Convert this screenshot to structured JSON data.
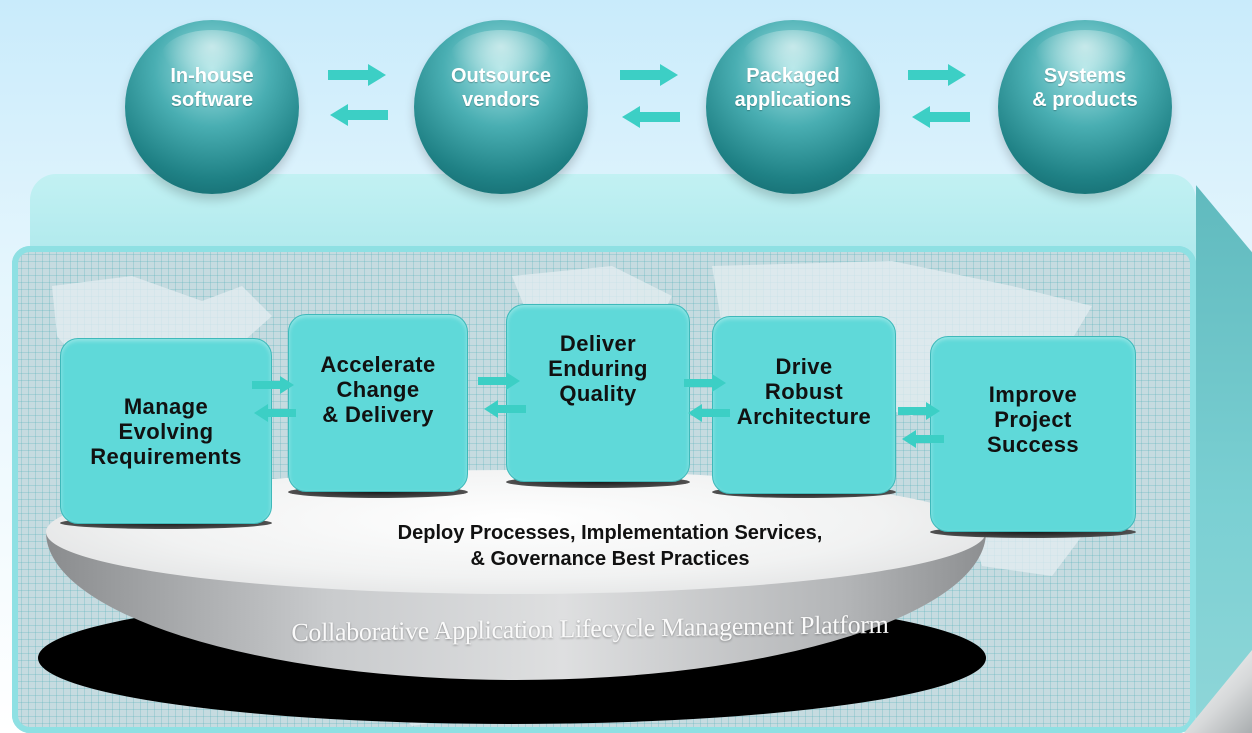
{
  "sources": [
    {
      "line1": "In-house",
      "line2": "software"
    },
    {
      "line1": "Outsource",
      "line2": "vendors"
    },
    {
      "line1": "Packaged",
      "line2": "applications"
    },
    {
      "line1": "Systems",
      "line2": "& products"
    }
  ],
  "capabilities": [
    {
      "lines": [
        "Manage",
        "Evolving",
        "Requirements"
      ]
    },
    {
      "lines": [
        "Accelerate",
        "Change",
        "& Delivery"
      ]
    },
    {
      "lines": [
        "Deliver",
        "Enduring",
        "Quality"
      ]
    },
    {
      "lines": [
        "Drive",
        "Robust",
        "Architecture"
      ]
    },
    {
      "lines": [
        "Improve",
        "Project",
        "Success"
      ]
    }
  ],
  "platform": {
    "deploy_line1": "Deploy Processes, Implementation Services,",
    "deploy_line2": "& Governance Best Practices",
    "name": "Collaborative Application Lifecycle Management Platform"
  },
  "colors": {
    "sphere": "#2a8f93",
    "capability": "#5fd9d9",
    "arrow": "#3ccfc5",
    "box_top": "#b5ecef"
  }
}
